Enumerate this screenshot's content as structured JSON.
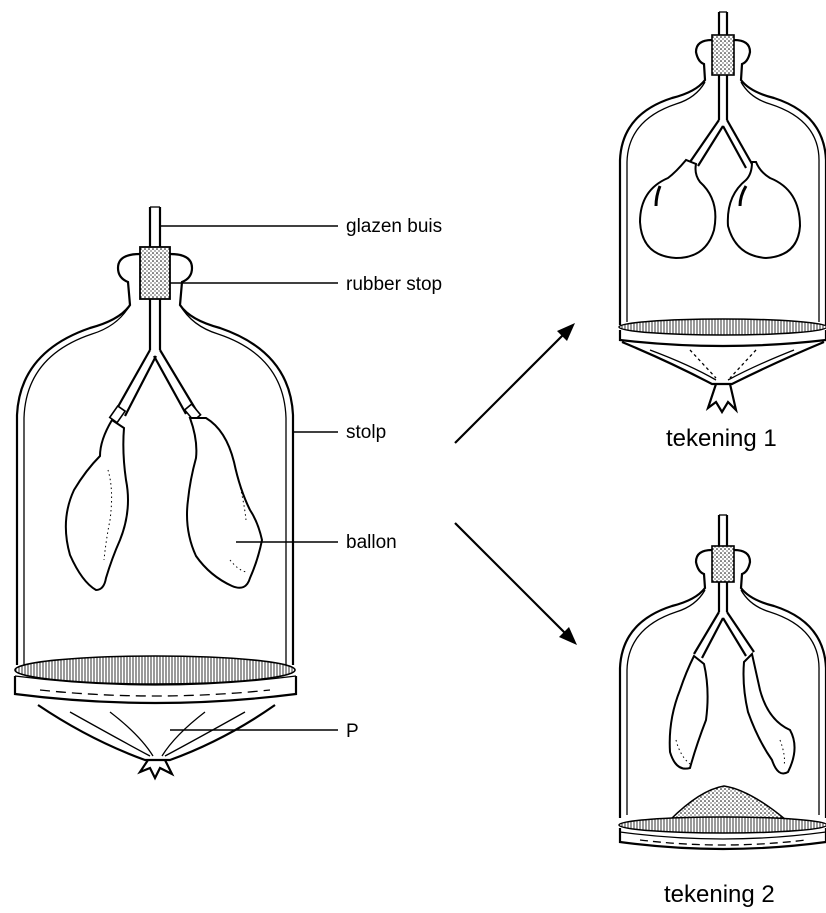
{
  "labels": {
    "glass_tube": "glazen buis",
    "rubber_stopper": "rubber stop",
    "bell_jar": "stolp",
    "balloon": "ballon",
    "membrane": "P"
  },
  "captions": {
    "drawing_1": "tekening 1",
    "drawing_2": "tekening 2"
  },
  "colors": {
    "ink": "#000000",
    "background": "#ffffff",
    "stopper_fill": "#bfbfbf"
  }
}
